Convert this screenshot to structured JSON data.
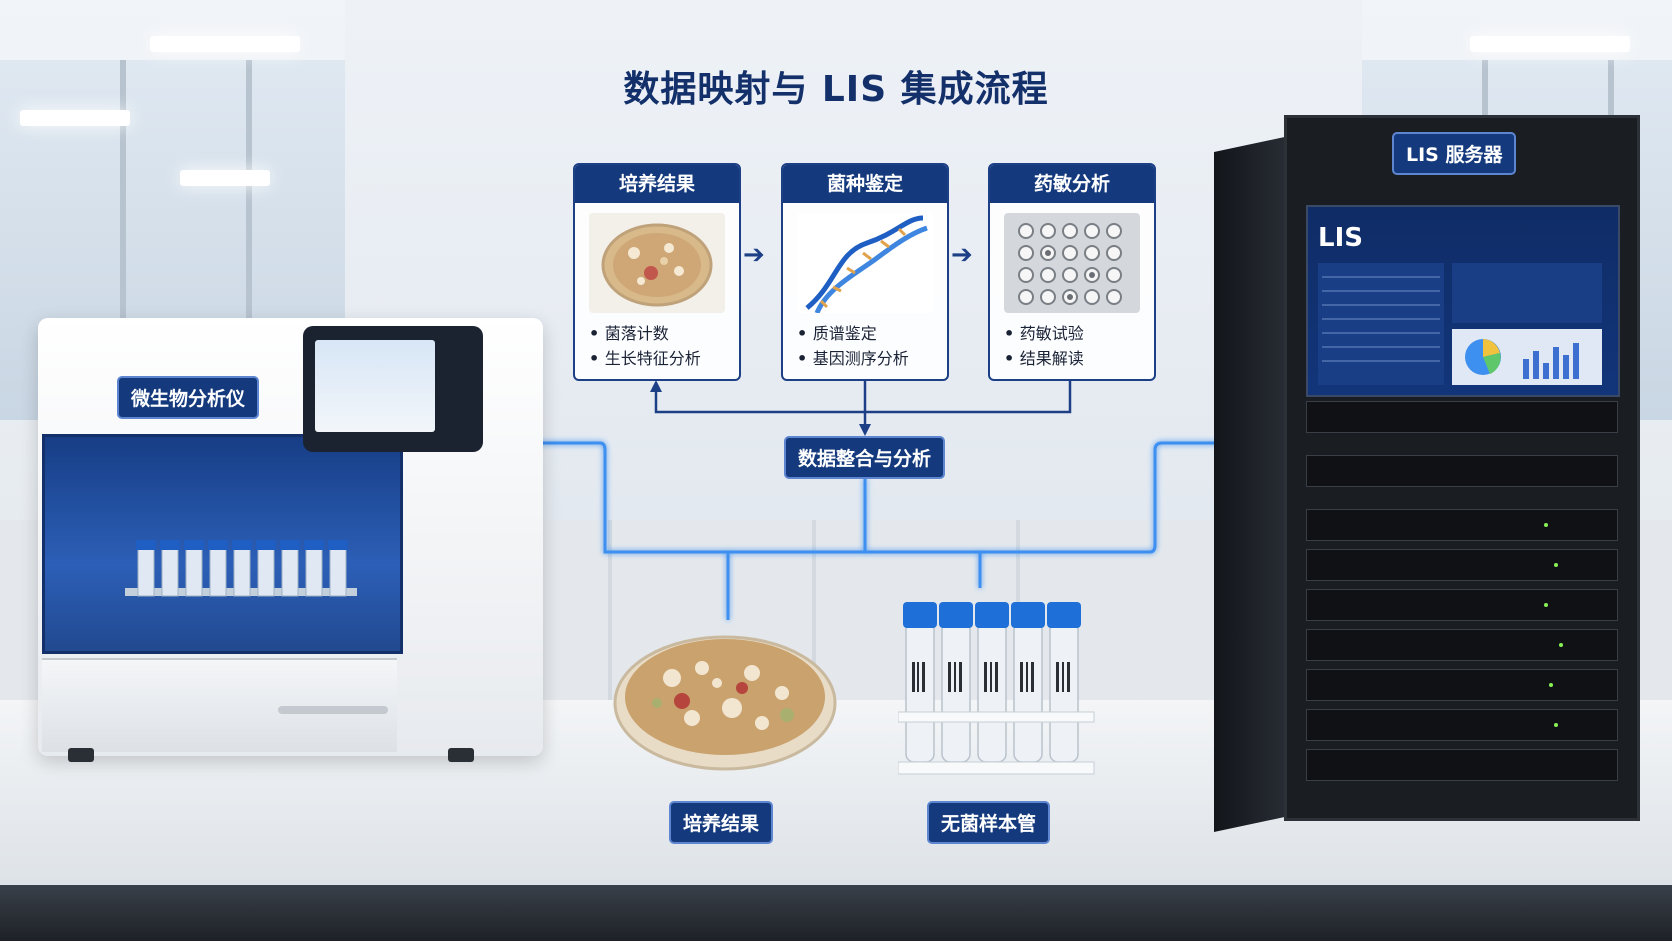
{
  "title": "数据映射与 LIS 集成流程",
  "steps": [
    {
      "header": "培养结果",
      "items": [
        "菌落计数",
        "生长特征分析"
      ],
      "icon": "petri-dish-icon"
    },
    {
      "header": "菌种鉴定",
      "items": [
        "质谱鉴定",
        "基因测序分析"
      ],
      "icon": "dna-helix-icon"
    },
    {
      "header": "药敏分析",
      "items": [
        "药敏试验",
        "结果解读"
      ],
      "icon": "well-plate-icon"
    }
  ],
  "hub_label": "数据整合与分析",
  "device_labels": {
    "analyzer": "微生物分析仪",
    "server": "LIS 服务器",
    "culture": "培养结果",
    "tubes": "无菌样本管"
  },
  "server_screen_logo": "LIS",
  "colors": {
    "accent": "#143a7d",
    "connector_glow": "#3d8ff0"
  }
}
